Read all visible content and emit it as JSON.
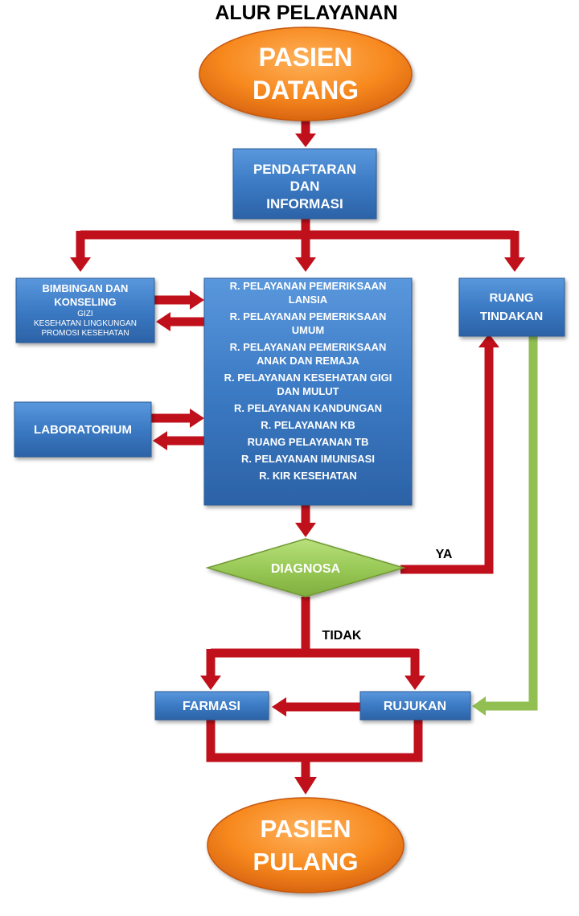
{
  "title": "ALUR PELAYANAN",
  "start": {
    "line1": "PASIEN",
    "line2": "DATANG"
  },
  "registration": {
    "line1": "PENDAFTARAN",
    "line2": "DAN",
    "line3": "INFORMASI"
  },
  "counseling": {
    "line1": "BIMBINGAN DAN",
    "line2": "KONSELING",
    "sub1": "GIZI",
    "sub2": "KESEHATAN LINGKUNGAN",
    "sub3": "PROMOSI KESEHATAN"
  },
  "laboratory": {
    "label": "LABORATORIUM"
  },
  "services": [
    {
      "line1": "R. PELAYANAN PEMERIKSAAN",
      "line2": "LANSIA"
    },
    {
      "line1": "R. PELAYANAN PEMERIKSAAN",
      "line2": "UMUM"
    },
    {
      "line1": "R. PELAYANAN PEMERIKSAAN",
      "line2": "ANAK DAN REMAJA"
    },
    {
      "line1": "R. PELAYANAN KESEHATAN GIGI",
      "line2": "DAN MULUT"
    },
    {
      "line1": "R. PELAYANAN KANDUNGAN"
    },
    {
      "line1": "R. PELAYANAN KB"
    },
    {
      "line1": "RUANG PELAYANAN TB"
    },
    {
      "line1": "R. PELAYANAN IMUNISASI"
    },
    {
      "line1": "R. KIR KESEHATAN"
    }
  ],
  "action_room": {
    "line1": "RUANG",
    "line2": "TINDAKAN"
  },
  "diagnosis": {
    "label": "DIAGNOSA",
    "yes": "YA",
    "no": "TIDAK"
  },
  "pharmacy": {
    "label": "FARMASI"
  },
  "referral": {
    "label": "RUJUKAN"
  },
  "end": {
    "line1": "PASIEN",
    "line2": "PULANG"
  },
  "colors": {
    "box_blue": "#3b7ac4",
    "arrow_red": "#c0101b",
    "arrow_green": "#92bf52",
    "ellipse_orange": "#f07f20",
    "diamond_green": "#9ccc5b"
  }
}
